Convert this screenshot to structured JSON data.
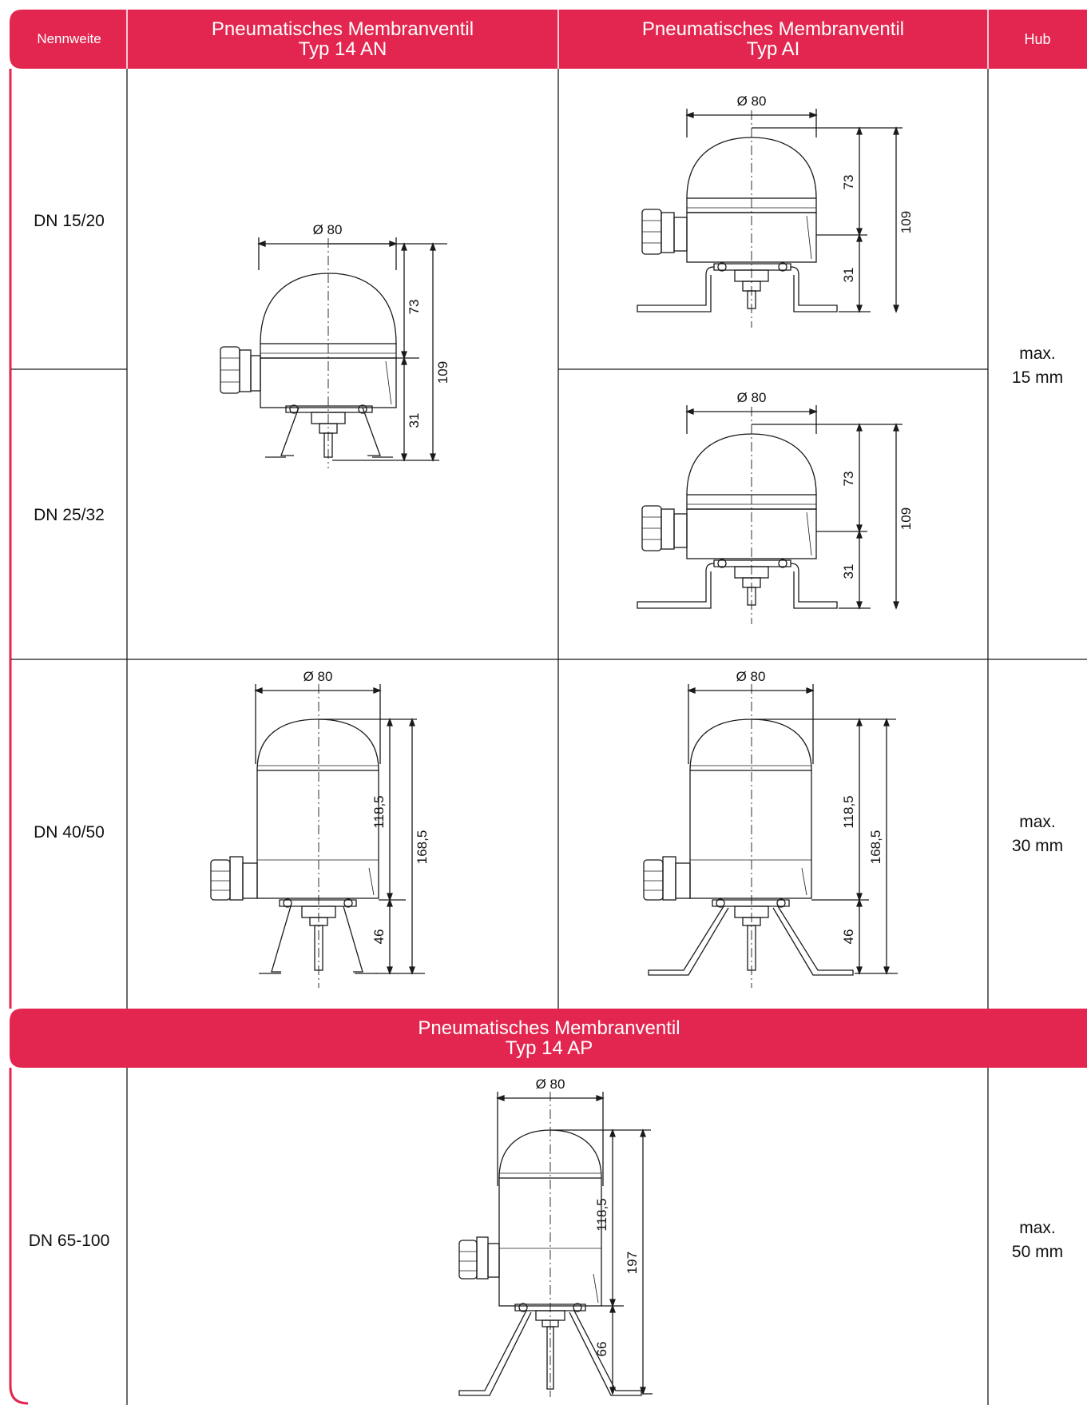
{
  "colors": {
    "accent": "#e3264f",
    "line": "#1a1a1a",
    "header_text": "#ffffff"
  },
  "header": {
    "nennweite": "Nennweite",
    "col_an": {
      "line1": "Pneumatisches Membranventil",
      "line2": "Typ 14 AN"
    },
    "col_ai": {
      "line1": "Pneumatisches Membranventil",
      "line2": "Typ AI"
    },
    "hub": "Hub"
  },
  "rows": {
    "dn1520": "DN 15/20",
    "dn2532": "DN 25/32",
    "dn4050": "DN 40/50",
    "dn65100": "DN 65-100"
  },
  "hub_values": {
    "small": {
      "line1": "max.",
      "line2": "15 mm"
    },
    "mid": {
      "line1": "max.",
      "line2": "30 mm"
    },
    "large": {
      "line1": "max.",
      "line2": "50 mm"
    }
  },
  "ap_header": {
    "line1": "Pneumatisches Membranventil",
    "line2": "Typ 14 AP"
  },
  "dims": {
    "diameter": "Ø 80",
    "h73": "73",
    "h31": "31",
    "h109": "109",
    "h118": "118,5",
    "h168": "168,5",
    "h46": "46",
    "h66": "66",
    "h197": "197"
  }
}
